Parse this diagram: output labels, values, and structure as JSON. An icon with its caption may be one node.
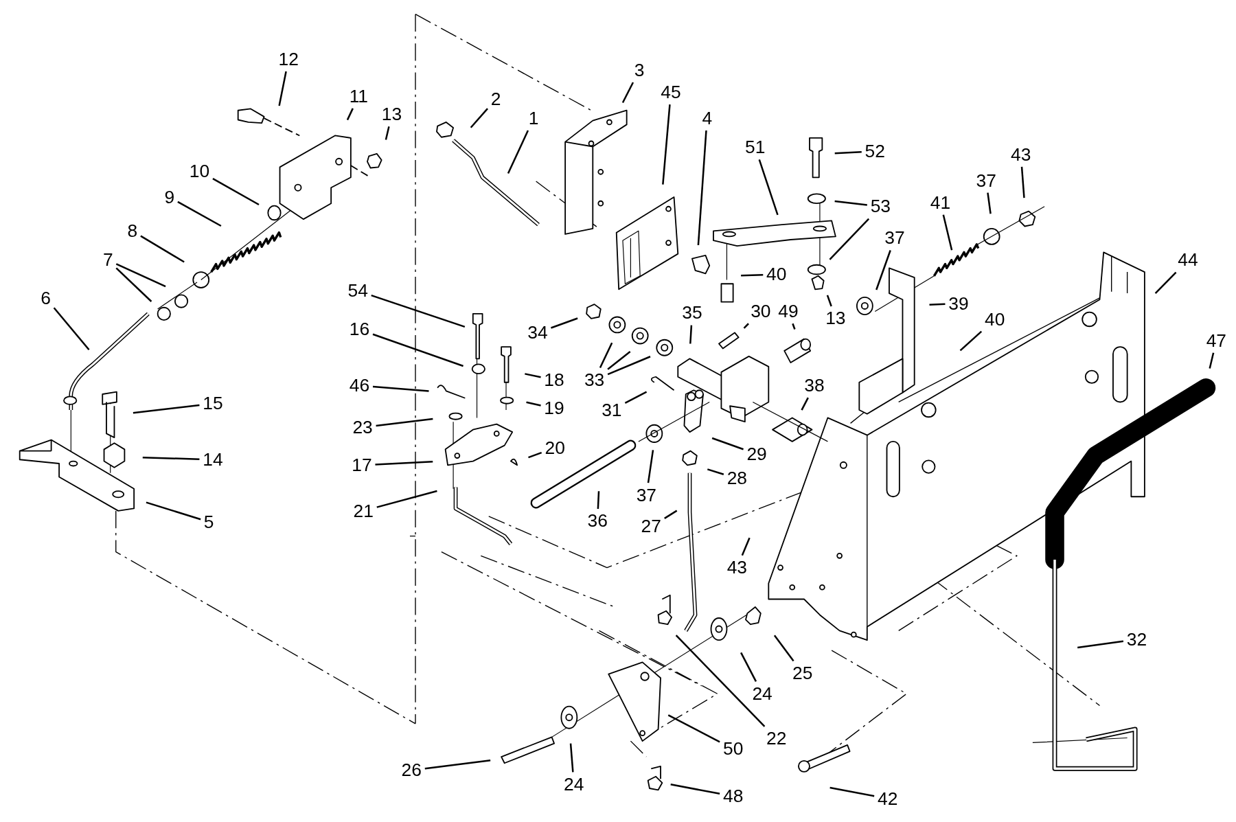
{
  "diagram": {
    "nodes": [
      {
        "text": [
          "3"
        ]
      },
      {
        "text": [
          "12"
        ]
      },
      {
        "text": [
          "45"
        ]
      },
      {
        "text": [
          "11"
        ]
      },
      {
        "text": [
          "2"
        ]
      },
      {
        "text": [
          "13"
        ]
      },
      {
        "text": [
          "1"
        ]
      },
      {
        "text": [
          "4"
        ]
      },
      {
        "text": [
          "51"
        ]
      },
      {
        "text": [
          "52"
        ]
      },
      {
        "text": [
          "43"
        ]
      },
      {
        "text": [
          "10"
        ]
      },
      {
        "text": [
          "37"
        ]
      },
      {
        "text": [
          "9"
        ]
      },
      {
        "text": [
          "41"
        ]
      },
      {
        "text": [
          "53"
        ]
      },
      {
        "text": [
          "8"
        ]
      },
      {
        "text": [
          "37"
        ]
      },
      {
        "text": [
          "13"
        ]
      },
      {
        "text": [
          "44"
        ]
      },
      {
        "text": [
          "7"
        ]
      },
      {
        "text": [
          "40"
        ]
      },
      {
        "text": [
          "54"
        ]
      },
      {
        "text": [
          "6"
        ]
      },
      {
        "text": [
          "39"
        ]
      },
      {
        "text": [
          "35"
        ]
      },
      {
        "text": [
          "30"
        ]
      },
      {
        "text": [
          "49"
        ]
      },
      {
        "text": [
          "40"
        ]
      },
      {
        "text": [
          "16"
        ]
      },
      {
        "text": [
          "34"
        ]
      },
      {
        "text": [
          "47"
        ]
      },
      {
        "text": [
          "18"
        ]
      },
      {
        "text": [
          "33"
        ]
      },
      {
        "text": [
          "46"
        ]
      },
      {
        "text": [
          "38"
        ]
      },
      {
        "text": [
          "15"
        ]
      },
      {
        "text": [
          "19"
        ]
      },
      {
        "text": [
          "31"
        ]
      },
      {
        "text": [
          "23"
        ]
      },
      {
        "text": [
          "20"
        ]
      },
      {
        "text": [
          "29"
        ]
      },
      {
        "text": [
          "14"
        ]
      },
      {
        "text": [
          "17"
        ]
      },
      {
        "text": [
          "28"
        ]
      },
      {
        "text": [
          "37"
        ]
      },
      {
        "text": [
          "21"
        ]
      },
      {
        "text": [
          "36"
        ]
      },
      {
        "text": [
          "5"
        ]
      },
      {
        "text": [
          "27"
        ]
      },
      {
        "text": [
          "43"
        ]
      },
      {
        "text": [
          "32"
        ]
      },
      {
        "text": [
          "24"
        ]
      },
      {
        "text": [
          "25"
        ]
      },
      {
        "text": [
          "22"
        ]
      },
      {
        "text": [
          "50"
        ]
      },
      {
        "text": [
          "26"
        ]
      },
      {
        "text": [
          "24"
        ]
      },
      {
        "text": [
          "48"
        ]
      },
      {
        "text": [
          "42"
        ]
      }
    ],
    "edges": [
      {
        "from": 0,
        "to": null,
        "arrow": "none"
      },
      {
        "from": 1,
        "to": null,
        "arrow": "none"
      },
      {
        "from": 2,
        "to": null,
        "arrow": "none"
      },
      {
        "from": 3,
        "to": null,
        "arrow": "none"
      },
      {
        "from": 4,
        "to": null,
        "arrow": "none"
      },
      {
        "from": 5,
        "to": null,
        "arrow": "none"
      },
      {
        "from": 6,
        "to": null,
        "arrow": "none"
      },
      {
        "from": 7,
        "to": null,
        "arrow": "none"
      },
      {
        "from": 8,
        "to": null,
        "arrow": "none"
      },
      {
        "from": 9,
        "to": null,
        "arrow": "none"
      },
      {
        "from": 10,
        "to": null,
        "arrow": "none"
      },
      {
        "from": 11,
        "to": null,
        "arrow": "none"
      },
      {
        "from": 12,
        "to": null,
        "arrow": "none"
      },
      {
        "from": 13,
        "to": null,
        "arrow": "none"
      },
      {
        "from": 14,
        "to": null,
        "arrow": "none"
      },
      {
        "from": 15,
        "to": null,
        "arrow": "none"
      },
      {
        "from": 15,
        "to": null,
        "arrow": "none"
      },
      {
        "from": 16,
        "to": null,
        "arrow": "none"
      },
      {
        "from": 17,
        "to": null,
        "arrow": "none"
      },
      {
        "from": 18,
        "to": null,
        "arrow": "none"
      },
      {
        "from": 19,
        "to": null,
        "arrow": "none"
      },
      {
        "from": 20,
        "to": null,
        "arrow": "none"
      },
      {
        "from": 20,
        "to": null,
        "arrow": "none"
      },
      {
        "from": 21,
        "to": null,
        "arrow": "none"
      },
      {
        "from": 22,
        "to": null,
        "arrow": "none"
      },
      {
        "from": 23,
        "to": null,
        "arrow": "none"
      },
      {
        "from": 24,
        "to": null,
        "arrow": "none"
      },
      {
        "from": 25,
        "to": null,
        "arrow": "none"
      },
      {
        "from": 26,
        "to": null,
        "arrow": "none"
      },
      {
        "from": 27,
        "to": null,
        "arrow": "none"
      },
      {
        "from": 28,
        "to": null,
        "arrow": "none"
      },
      {
        "from": 29,
        "to": null,
        "arrow": "none"
      },
      {
        "from": 30,
        "to": null,
        "arrow": "none"
      },
      {
        "from": 31,
        "to": null,
        "arrow": "none"
      },
      {
        "from": 32,
        "to": null,
        "arrow": "none"
      },
      {
        "from": 33,
        "to": null,
        "arrow": "none"
      },
      {
        "from": 33,
        "to": null,
        "arrow": "none"
      },
      {
        "from": 33,
        "to": null,
        "arrow": "none"
      },
      {
        "from": 34,
        "to": null,
        "arrow": "none"
      },
      {
        "from": 35,
        "to": null,
        "arrow": "none"
      },
      {
        "from": 36,
        "to": null,
        "arrow": "none"
      },
      {
        "from": 37,
        "to": null,
        "arrow": "none"
      },
      {
        "from": 38,
        "to": null,
        "arrow": "none"
      },
      {
        "from": 39,
        "to": null,
        "arrow": "none"
      },
      {
        "from": 40,
        "to": null,
        "arrow": "none"
      },
      {
        "from": 41,
        "to": null,
        "arrow": "none"
      },
      {
        "from": 42,
        "to": null,
        "arrow": "none"
      },
      {
        "from": 43,
        "to": null,
        "arrow": "none"
      },
      {
        "from": 44,
        "to": null,
        "arrow": "none"
      },
      {
        "from": 45,
        "to": null,
        "arrow": "none"
      },
      {
        "from": 46,
        "to": null,
        "arrow": "none"
      },
      {
        "from": 47,
        "to": null,
        "arrow": "none"
      },
      {
        "from": 48,
        "to": null,
        "arrow": "none"
      },
      {
        "from": 49,
        "to": null,
        "arrow": "none"
      },
      {
        "from": 50,
        "to": null,
        "arrow": "none"
      },
      {
        "from": 51,
        "to": null,
        "arrow": "none"
      },
      {
        "from": 52,
        "to": null,
        "arrow": "none"
      },
      {
        "from": 53,
        "to": null,
        "arrow": "none"
      },
      {
        "from": 54,
        "to": null,
        "arrow": "none"
      },
      {
        "from": 55,
        "to": null,
        "arrow": "none"
      },
      {
        "from": 56,
        "to": null,
        "arrow": "none"
      },
      {
        "from": 57,
        "to": null,
        "arrow": "none"
      },
      {
        "from": 58,
        "to": null,
        "arrow": "none"
      },
      {
        "from": 59,
        "to": null,
        "arrow": "none"
      }
    ]
  }
}
